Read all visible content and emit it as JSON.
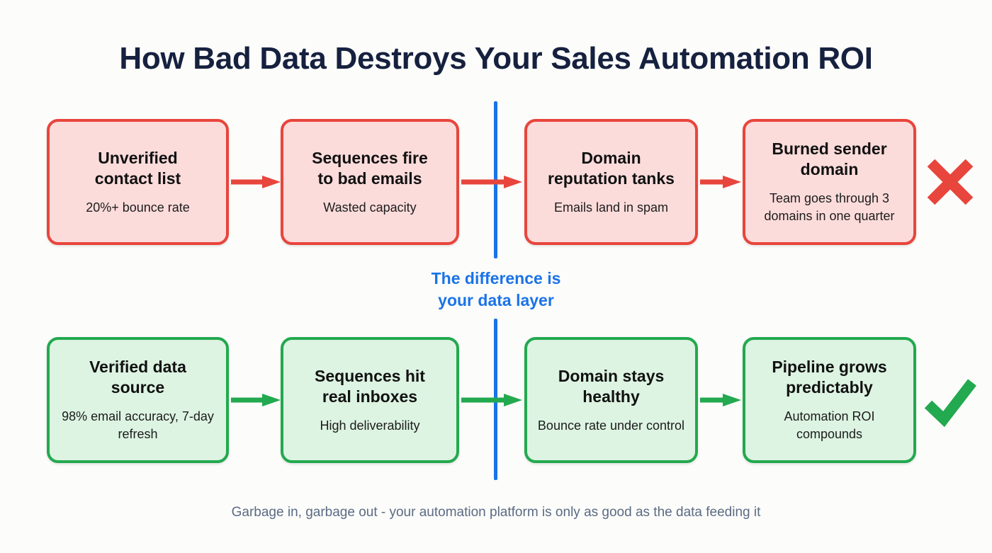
{
  "page": {
    "title": "How Bad Data Destroys Your Sales Automation ROI",
    "footer": "Garbage in, garbage out - your automation platform is only as good as the data feeding it",
    "background_color": "#fcfcfa",
    "title_color": "#16213f",
    "footer_color": "#5b6b84"
  },
  "divider": {
    "label_line1": "The difference is",
    "label_line2": "your data layer",
    "color": "#1a73e8"
  },
  "bad_path": {
    "verdict_icon": "cross-icon",
    "verdict_color": "#e8453c",
    "border_color": "#e8453c",
    "fill_color": "#fcdcdb",
    "arrow_color": "#e8453c",
    "steps": [
      {
        "title": "Unverified contact list",
        "title_line1": "Unverified",
        "title_line2": "contact list",
        "subtitle": "20%+ bounce rate"
      },
      {
        "title": "Sequences fire to bad emails",
        "title_line1": "Sequences fire",
        "title_line2": "to bad emails",
        "subtitle": "Wasted capacity"
      },
      {
        "title": "Domain reputation tanks",
        "title_line1": "Domain",
        "title_line2": "reputation tanks",
        "subtitle": "Emails land in spam"
      },
      {
        "title": "Burned sender domain",
        "title_line1": "Burned sender",
        "title_line2": "domain",
        "subtitle": "Team goes through 3 domains in one quarter"
      }
    ]
  },
  "good_path": {
    "verdict_icon": "check-icon",
    "verdict_color": "#23a94f",
    "border_color": "#23a94f",
    "fill_color": "#ddf4e2",
    "arrow_color": "#23a94f",
    "steps": [
      {
        "title": "Verified data source",
        "title_line1": "Verified data",
        "title_line2": "source",
        "subtitle": "98% email accuracy, 7-day refresh"
      },
      {
        "title": "Sequences hit real inboxes",
        "title_line1": "Sequences hit",
        "title_line2": "real inboxes",
        "subtitle": "High deliverability"
      },
      {
        "title": "Domain stays healthy",
        "title_line1": "Domain stays",
        "title_line2": "healthy",
        "subtitle": "Bounce rate under control"
      },
      {
        "title": "Pipeline grows predictably",
        "title_line1": "Pipeline grows",
        "title_line2": "predictably",
        "subtitle": "Automation ROI compounds"
      }
    ]
  }
}
